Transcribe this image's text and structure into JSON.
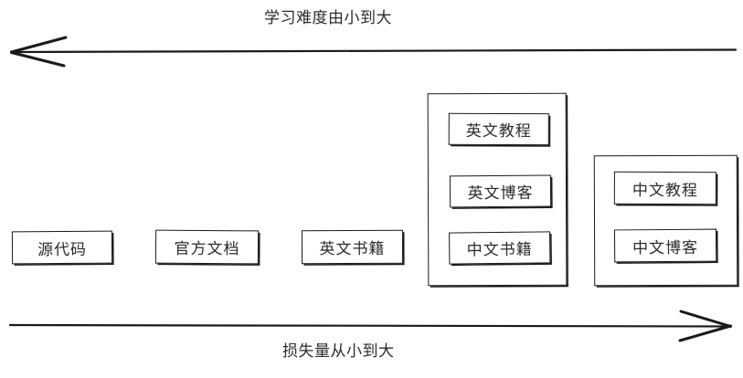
{
  "diagram": {
    "top_axis": {
      "label": "学习难度由小到大",
      "direction": "left",
      "arrow_icon": "arrow-left-icon"
    },
    "bottom_axis": {
      "label": "损失量从小到大",
      "direction": "right",
      "arrow_icon": "arrow-right-icon"
    },
    "nodes": [
      {
        "label": "源代码"
      },
      {
        "label": "官方文档"
      },
      {
        "label": "英文书籍"
      }
    ],
    "groups": [
      {
        "items": [
          {
            "label": "英文教程"
          },
          {
            "label": "英文博客"
          },
          {
            "label": "中文书籍"
          }
        ]
      },
      {
        "items": [
          {
            "label": "中文教程"
          },
          {
            "label": "中文博客"
          }
        ]
      }
    ],
    "colors": {
      "stroke": "#1a1a1a",
      "text": "#2b2b2b",
      "background": "#ffffff"
    }
  }
}
